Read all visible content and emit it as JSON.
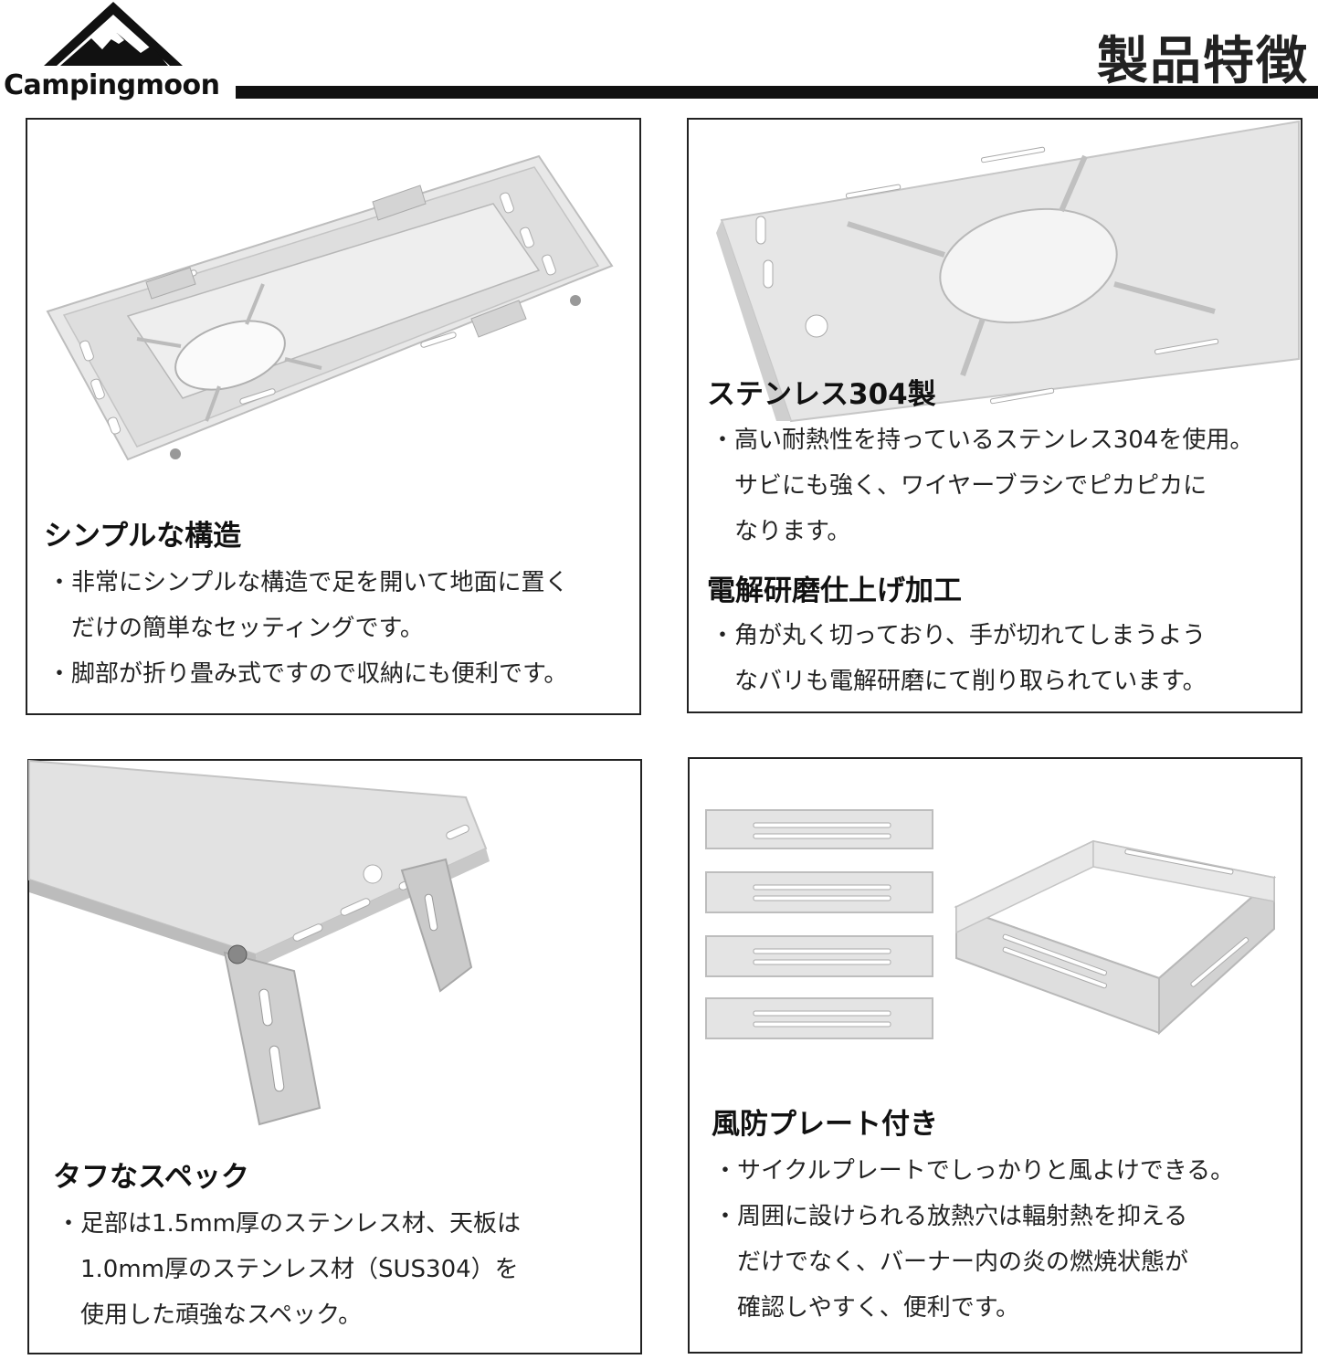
{
  "header": {
    "brand": "Campingmoon",
    "title": "製品特徴"
  },
  "panels": [
    {
      "heading": "シンプルな構造",
      "bullets": [
        [
          "・非常にシンプルな構造で足を開いて地面に置く",
          "だけの簡単なセッティングです。"
        ],
        [
          "・脚部が折り畳み式ですので収納にも便利です。"
        ]
      ]
    },
    {
      "sections": [
        {
          "heading": "ステンレス304製",
          "bullets": [
            [
              "・高い耐熱性を持っているステンレス304を使用。",
              "サビにも強く、ワイヤーブラシでピカピカに",
              "なります。"
            ]
          ]
        },
        {
          "heading": "電解研磨仕上げ加工",
          "bullets": [
            [
              "・角が丸く切っており、手が切れてしまうよう",
              "なバリも電解研磨にて削り取られています。"
            ]
          ]
        }
      ]
    },
    {
      "heading": "タフなスペック",
      "bullets": [
        [
          "・足部は1.5mm厚のステンレス材、天板は",
          "1.0mm厚のステンレス材（SUS304）を",
          "使用した頑強なスペック。"
        ]
      ]
    },
    {
      "heading": "風防プレート付き",
      "bullets": [
        [
          "・サイクルプレートでしっかりと風よけできる。"
        ],
        [
          "・周囲に設けられる放熱穴は輻射熱を抑える",
          "だけでなく、バーナー内の炎の燃焼状態が",
          "確認しやすく、便利です。"
        ]
      ]
    }
  ],
  "colors": {
    "steel_light": "#e6e6e6",
    "steel_mid": "#cfcfcf",
    "steel_dark": "#a8a8a8",
    "border": "#222222"
  }
}
